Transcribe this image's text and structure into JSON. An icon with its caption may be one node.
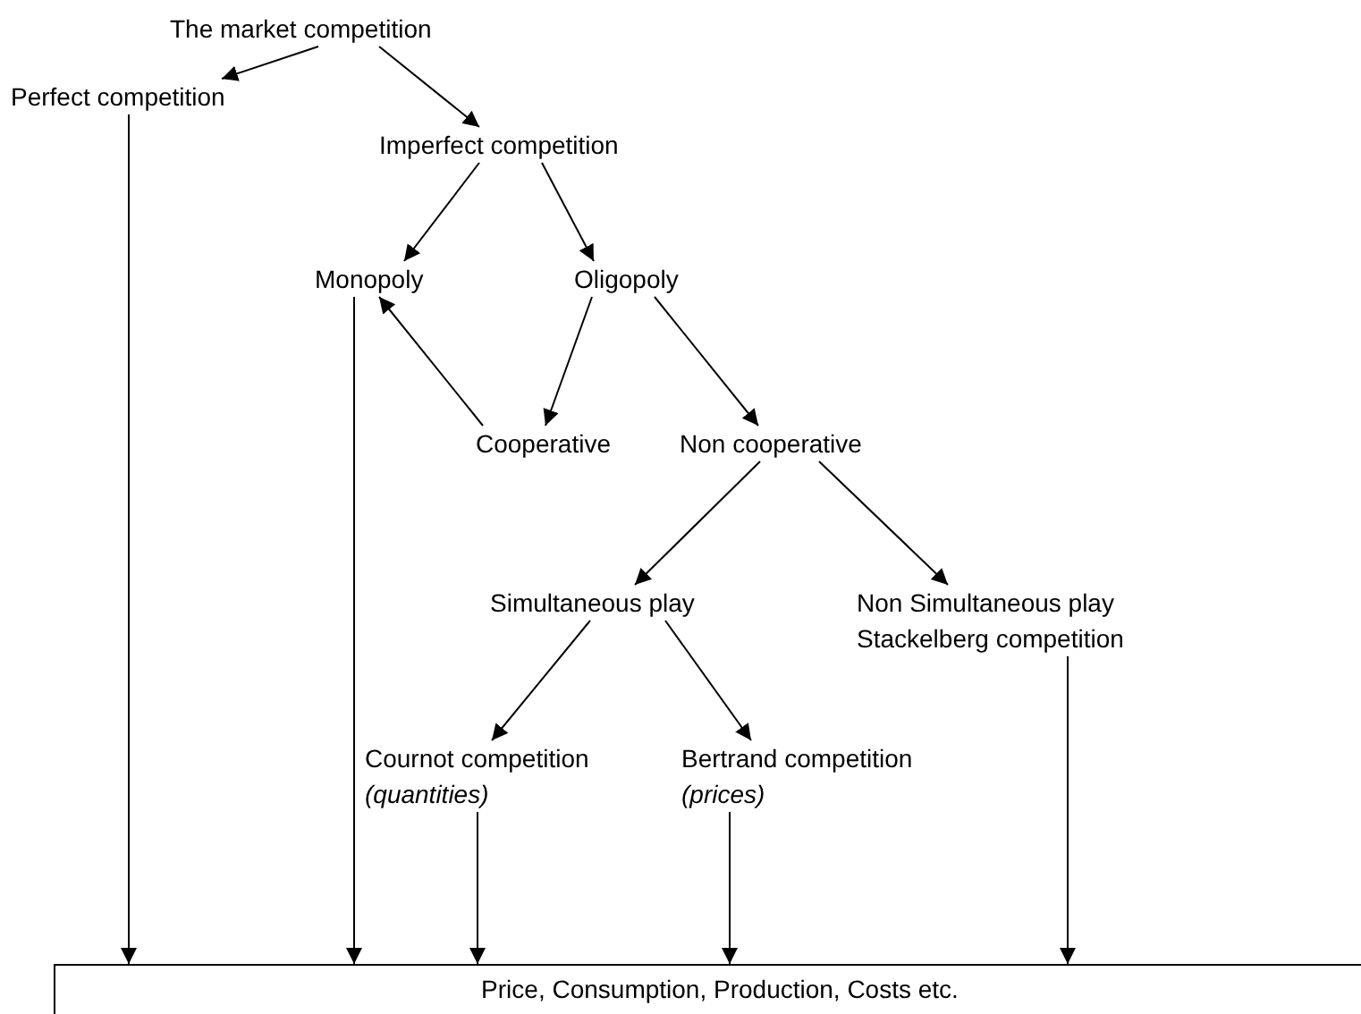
{
  "diagram": {
    "nodes": [
      {
        "text": [
          "The market competition"
        ]
      },
      {
        "text": [
          "Perfect competition"
        ]
      },
      {
        "text": [
          "Imperfect competition"
        ]
      },
      {
        "text": [
          "Monopoly"
        ]
      },
      {
        "text": [
          "Oligopoly"
        ]
      },
      {
        "text": [
          "Cooperative"
        ]
      },
      {
        "text": [
          "Non cooperative"
        ]
      },
      {
        "text": [
          "Simultaneous play"
        ]
      },
      {
        "text": [
          "Non Simultaneous play",
          "Stackelberg competition"
        ]
      },
      {
        "text": [
          "Cournot competition",
          "(quantities)"
        ]
      },
      {
        "text": [
          "Bertrand competition",
          "(prices)"
        ]
      },
      {
        "text": [
          "Price, Consumption, Production, Costs etc."
        ]
      }
    ],
    "edges": [
      {
        "from": 0,
        "to": 1,
        "arrow": "to"
      },
      {
        "from": 0,
        "to": 2,
        "arrow": "to"
      },
      {
        "from": 2,
        "to": 3,
        "arrow": "to"
      },
      {
        "from": 2,
        "to": 4,
        "arrow": "to"
      },
      {
        "from": 5,
        "to": 3,
        "arrow": "to"
      },
      {
        "from": 4,
        "to": 5,
        "arrow": "to"
      },
      {
        "from": 4,
        "to": 6,
        "arrow": "to"
      },
      {
        "from": 6,
        "to": 7,
        "arrow": "to"
      },
      {
        "from": 6,
        "to": 8,
        "arrow": "to"
      },
      {
        "from": 7,
        "to": 9,
        "arrow": "to"
      },
      {
        "from": 7,
        "to": 10,
        "arrow": "to"
      },
      {
        "from": 1,
        "to": 11,
        "arrow": "to"
      },
      {
        "from": 3,
        "to": 11,
        "arrow": "to"
      },
      {
        "from": 9,
        "to": 11,
        "arrow": "to"
      },
      {
        "from": 10,
        "to": 11,
        "arrow": "to"
      },
      {
        "from": 8,
        "to": 11,
        "arrow": "to"
      }
    ]
  }
}
